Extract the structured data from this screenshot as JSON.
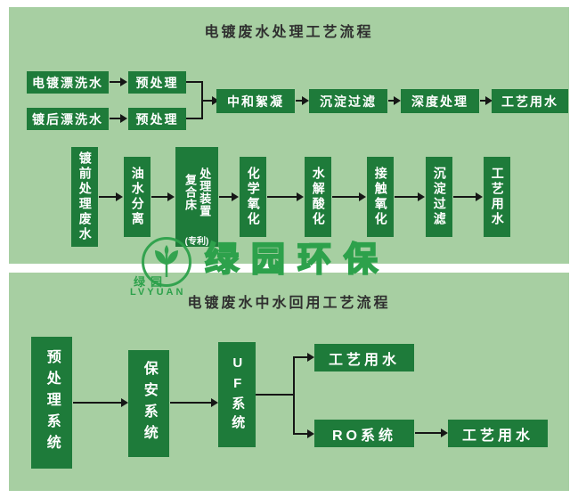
{
  "colors": {
    "panel_background": "#a7cfa2",
    "box_green": "#1e7b3a",
    "box_text": "#ffffff",
    "title_text": "#2f2f2f",
    "arrow_black": "#161616",
    "brand_green": "#2da14b"
  },
  "top_flow": {
    "title": "电镀废水处理工艺流程",
    "row1": {
      "source_top": "电镀漂洗水",
      "pretreat_top": "预处理",
      "source_bottom": "镀后漂洗水",
      "pretreat_bottom": "预处理",
      "steps": [
        "中和絮凝",
        "沉淀过滤",
        "深度处理",
        "工艺用水"
      ]
    },
    "row2": {
      "steps": [
        "镀前处理废水",
        "油水分离",
        "化学氧化",
        "水解酸化",
        "接触氧化",
        "沉淀过滤",
        "工艺用水"
      ],
      "composite_box": {
        "col_left": "复合床",
        "col_right": "处理装置",
        "note": "(专利)"
      }
    }
  },
  "watermark": {
    "brand": "绿园环保",
    "small_cn": "绿园",
    "small_en": "LVYUAN"
  },
  "bottom_flow": {
    "title": "电镀废水中水回用工艺流程",
    "pretreat_system": "预处理系统",
    "security_system": "保安系统",
    "uf_system": "UF系统",
    "output_top": "工艺用水",
    "ro_system": "RO系统",
    "output_bottom": "工艺用水"
  }
}
